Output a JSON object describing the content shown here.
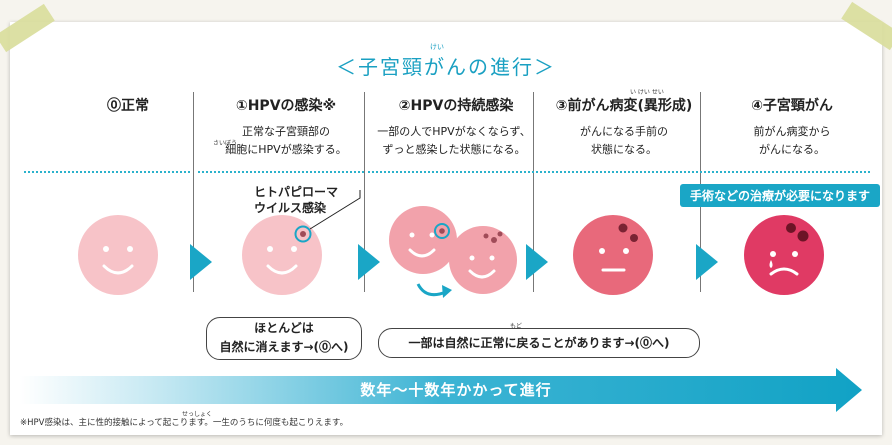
{
  "title": "＜子宮頸がんの進行＞",
  "title_ruby": "けい",
  "stages": [
    {
      "title": "⓪正常",
      "desc": ""
    },
    {
      "title": "①HPVの感染※",
      "desc": "正常な子宮頸部の\n細胞にHPVが感染する。"
    },
    {
      "title": "②HPVの持続感染",
      "desc": "一部の人でHPVがなくならず、\nずっと感染した状態になる。"
    },
    {
      "title": "③前がん病変(異形成)",
      "desc": "がんになる手前の\n状態になる。"
    },
    {
      "title": "④子宮頸がん",
      "desc": "前がん病変から\nがんになる。"
    }
  ],
  "rubies": {
    "saibou": "さいぼう",
    "ikeisei": "い けい せい",
    "modo": "もど",
    "sesshoku": "せっしょく"
  },
  "hpv_label": "ヒトパピローマ\nウイルス感染",
  "callout": "手術などの治療が必要になります",
  "note1": "ほとんどは\n自然に消えます→(⓪へ)",
  "note2": "一部は自然に正常に戻ることがあります→(⓪へ)",
  "timeline": "数年〜十数年かかって進行",
  "footnote": "※HPV感染は、主に性的接触によって起こります。一生のうちに何度も起こりえます。",
  "colors": {
    "accent": "#1aa0c2",
    "face_normal": "#f7c3c8",
    "face_infected": "#f2a2ab",
    "face_precancer": "#e8697b",
    "face_cancer": "#e03a64"
  }
}
